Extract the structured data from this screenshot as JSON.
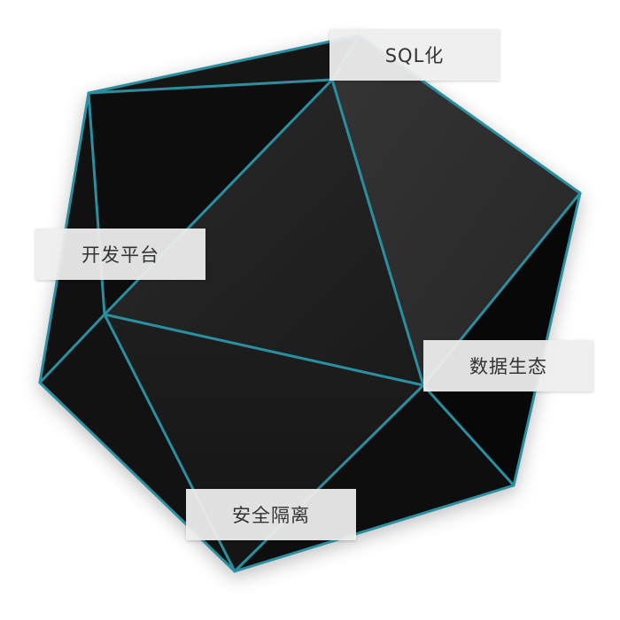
{
  "diagram": {
    "edge_color": "#2a8fa0",
    "labels": {
      "sql": "SQL化",
      "platform": "开发平台",
      "ecosystem": "数据生态",
      "security": "安全隔离"
    }
  }
}
